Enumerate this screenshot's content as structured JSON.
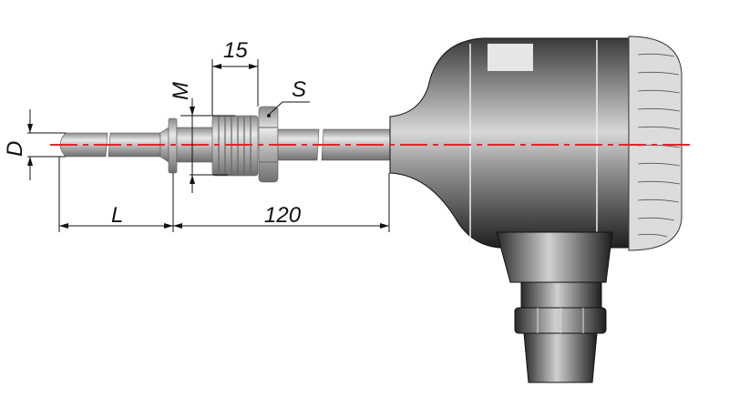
{
  "labels": {
    "D": "D",
    "L": "L",
    "M": "M",
    "S": "S",
    "length_120": "120",
    "thread_15": "15"
  },
  "colors": {
    "axis": "#e0262b",
    "metal": "#b8b8b8",
    "housing": "#2a2a2a"
  }
}
